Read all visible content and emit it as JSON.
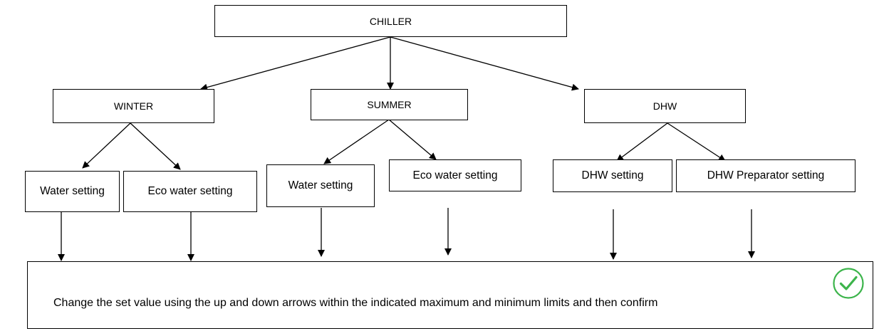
{
  "diagram": {
    "root": "CHILLER",
    "modes": [
      {
        "label": "WINTER",
        "settings": [
          "Water setting",
          "Eco water setting"
        ]
      },
      {
        "label": "SUMMER",
        "settings": [
          "Water setting",
          "Eco water setting"
        ]
      },
      {
        "label": "DHW",
        "settings": [
          "DHW setting",
          "DHW Preparator setting"
        ]
      }
    ],
    "instruction": "Change the set value using the up and down arrows within the indicated maximum and minimum limits and then confirm",
    "confirm_icon": "check-circle-icon",
    "colors": {
      "confirm_icon": "#3cb44b",
      "line": "#000000"
    }
  }
}
